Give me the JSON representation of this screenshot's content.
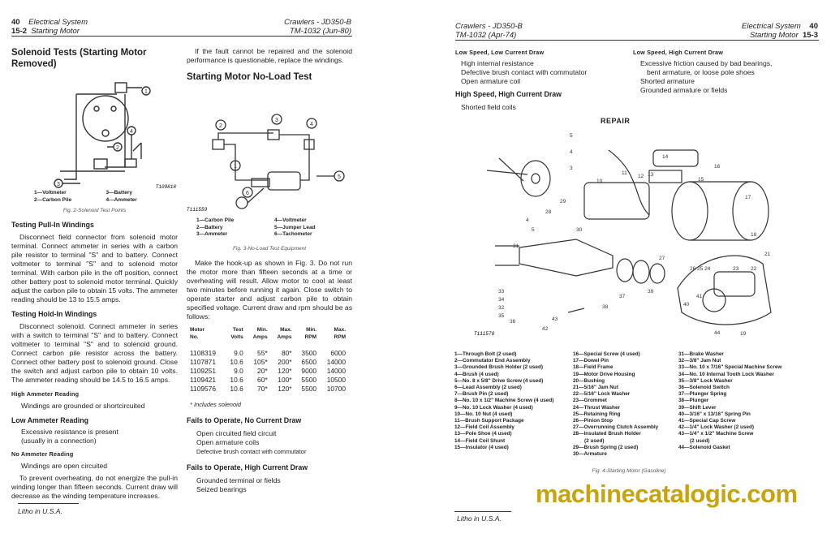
{
  "left_page": {
    "header": {
      "page_num": "40",
      "section": "Electrical System",
      "sub_num": "15-2",
      "subsection": "Starting Motor",
      "machine": "Crawlers - JD350-B",
      "manual": "TM-1032   (Jun-80)"
    },
    "solenoid_tests": {
      "title": "Solenoid Tests (Starting Motor Removed)",
      "figure_code": "T109818",
      "legend": [
        "1—Voltmeter",
        "2—Carbon Pile",
        "3—Battery",
        "4—Ammeter"
      ],
      "caption": "Fig. 2-Solenoid Test Points",
      "pull_in": {
        "title": "Testing Pull-In Windings",
        "text": "Disconnect field connector from solenoid motor terminal. Connect ammeter in series with a carbon pile resistor to terminal \"S\" and to battery. Connect voltmeter to terminal \"S\" and to solenoid motor terminal. With carbon pile in the off position, connect other battery post to solenoid motor terminal. Quickly adjust the carbon pile to obtain 15 volts. The ammeter reading should be 13 to 15.5 amps."
      },
      "hold_in": {
        "title": "Testing Hold-In Windings",
        "text": "Disconnect solenoid. Connect ammeter in series with a switch to terminal \"S\" and to battery. Connect voltmeter to terminal \"S\" and to solenoid ground. Connect carbon pile resistor across the battery. Connect other battery post to solenoid ground. Close the switch and adjust carbon pile to obtain 10 volts. The ammeter reading should be 14.5 to 16.5 amps."
      },
      "high_reading": {
        "title": "High Ammeter Reading",
        "text": "Windings are grounded or shortcircuited"
      },
      "low_reading": {
        "title": "Low Ammeter Reading",
        "text": "Excessive resistance is present (usually in a connection)"
      },
      "no_reading": {
        "title": "No Ammeter Reading",
        "text": "Windings are open circuited"
      },
      "warning": "To prevent overheating, do not energize the pull-in winding longer than fifteen seconds. Current draw will decrease as the winding temperature increases."
    },
    "intro_text": "If the fault cannot be repaired and the solenoid performance is questionable, replace the windings.",
    "no_load": {
      "title": "Starting Motor No-Load Test",
      "figure_code": "T111559",
      "legend": [
        "1—Carbon Pile",
        "2—Battery",
        "3—Ammeter",
        "4—Voltmeter",
        "5—Jumper Lead",
        "6—Tachometer"
      ],
      "caption": "Fig. 3-No-Load Test Equipment",
      "text": "Make the hook-up as shown in Fig. 3. Do not run the motor more than fifteen seconds at a time or overheating will result. Allow motor to cool at least two minutes before running it again. Close switch to operate starter and adjust carbon pile to obtain specified voltage. Current draw and rpm should be as follows:",
      "table": {
        "headers": [
          [
            "Motor",
            "No."
          ],
          [
            "Test",
            "Volts"
          ],
          [
            "Min.",
            "Amps"
          ],
          [
            "Max.",
            "Amps"
          ],
          [
            "Min.",
            "RPM"
          ],
          [
            "Max.",
            "RPM"
          ]
        ],
        "rows": [
          [
            "1108319",
            "9.0",
            "55*",
            "80*",
            "3500",
            "6000"
          ],
          [
            "1107871",
            "10.6",
            "105*",
            "200*",
            "6500",
            "14000"
          ],
          [
            "1109251",
            "9.0",
            "20*",
            "120*",
            "9000",
            "14000"
          ],
          [
            "1109421",
            "10.6",
            "60*",
            "100*",
            "5500",
            "10500"
          ],
          [
            "1109576",
            "10.6",
            "70*",
            "120*",
            "5500",
            "10700"
          ]
        ]
      },
      "footnote": "* Includes solenoid",
      "no_current": {
        "title": "Fails to Operate, No Current Draw",
        "items": [
          "Open circuited field circuit",
          "Open armature coils",
          "Defective brush contact with commutator"
        ]
      },
      "high_current": {
        "title": "Fails to Operate, High Current Draw",
        "items": [
          "Grounded terminal or fields",
          "Seized bearings"
        ]
      }
    },
    "footer": "Litho in U.S.A."
  },
  "right_page": {
    "header": {
      "machine": "Crawlers - JD350-B",
      "manual": "TM-1032   (Apr-74)",
      "section": "Electrical System",
      "page_num": "40",
      "subsection": "Starting Motor",
      "sub_num": "15-3"
    },
    "low_low": {
      "title": "Low Speed, Low Current Draw",
      "items": [
        "High internal resistance",
        "Defective brush contact with commutator",
        "Open armature coil"
      ]
    },
    "high_high": {
      "title": "High Speed, High Current Draw",
      "items": [
        "Shorted field coils"
      ]
    },
    "low_high": {
      "title": "Low Speed, High Current Draw",
      "items": [
        "Excessive friction caused by bad bearings,",
        "bent armature, or loose pole shoes",
        "Shorted armature",
        "Grounded armature or fields"
      ]
    },
    "repair_title": "REPAIR",
    "figure_code": "T111578",
    "parts": [
      [
        "1—Through Bolt (2 used)",
        "2—Commutator End Assembly",
        "3—Grounded Brush Holder (2 used)",
        "4—Brush (4 used)",
        "5—No. 8 x 5/8\" Drive Screw (4 used)",
        "6—Lead Assembly (2 used)",
        "7—Brush Pin (2 used)",
        "8—No. 10 x 1/2\" Machine Screw (4 used)",
        "9—No. 10 Lock Washer (4 used)",
        "10—No. 10 Nut (4 used)",
        "11—Brush Support Package",
        "12—Field Coil Assembly",
        "13—Pole Shoe (4 used)",
        "14—Field Coil Shunt",
        "15—Insulator (4 used)"
      ],
      [
        "16—Special Screw (4 used)",
        "17—Dowel Pin",
        "18—Field Frame",
        "19—Motor Drive Housing",
        "20—Bushing",
        "21—5/16\" Jam Nut",
        "22—5/16\" Lock Washer",
        "23—Grommet",
        "24—Thrust Washer",
        "25—Retaining Ring",
        "26—Pinion Stop",
        "27—Overrunning Clutch Assembly",
        "28—Insulated Brush Holder",
        "(2 used)",
        "29—Brush Spring (2 used)",
        "30—Armature"
      ],
      [
        "31—Brake Washer",
        "32—3/8\" Jam Nut",
        "33—No. 10 x 7/16\" Special Machine Screw",
        "34—No. 10 Internal Tooth Lock Washer",
        "35—3/8\" Lock Washer",
        "36—Solenoid Switch",
        "37—Plunger Spring",
        "38—Plunger",
        "39—Shift Lever",
        "40—3/16\" x 13/16\" Spring Pin",
        "41—Special Cap Screw",
        "42—1/4\" Lock Washer (2 used)",
        "43—1/4\" x 1/2\" Machine Screw",
        "(2 used)",
        "44—Solenoid Gasket"
      ]
    ],
    "caption": "Fig. 4-Starting Motor (Gasoline)",
    "footer": "Litho in U.S.A."
  },
  "watermark": "machinecatalogic.com",
  "colors": {
    "watermark": "#c9a30a",
    "ink": "#222222"
  }
}
